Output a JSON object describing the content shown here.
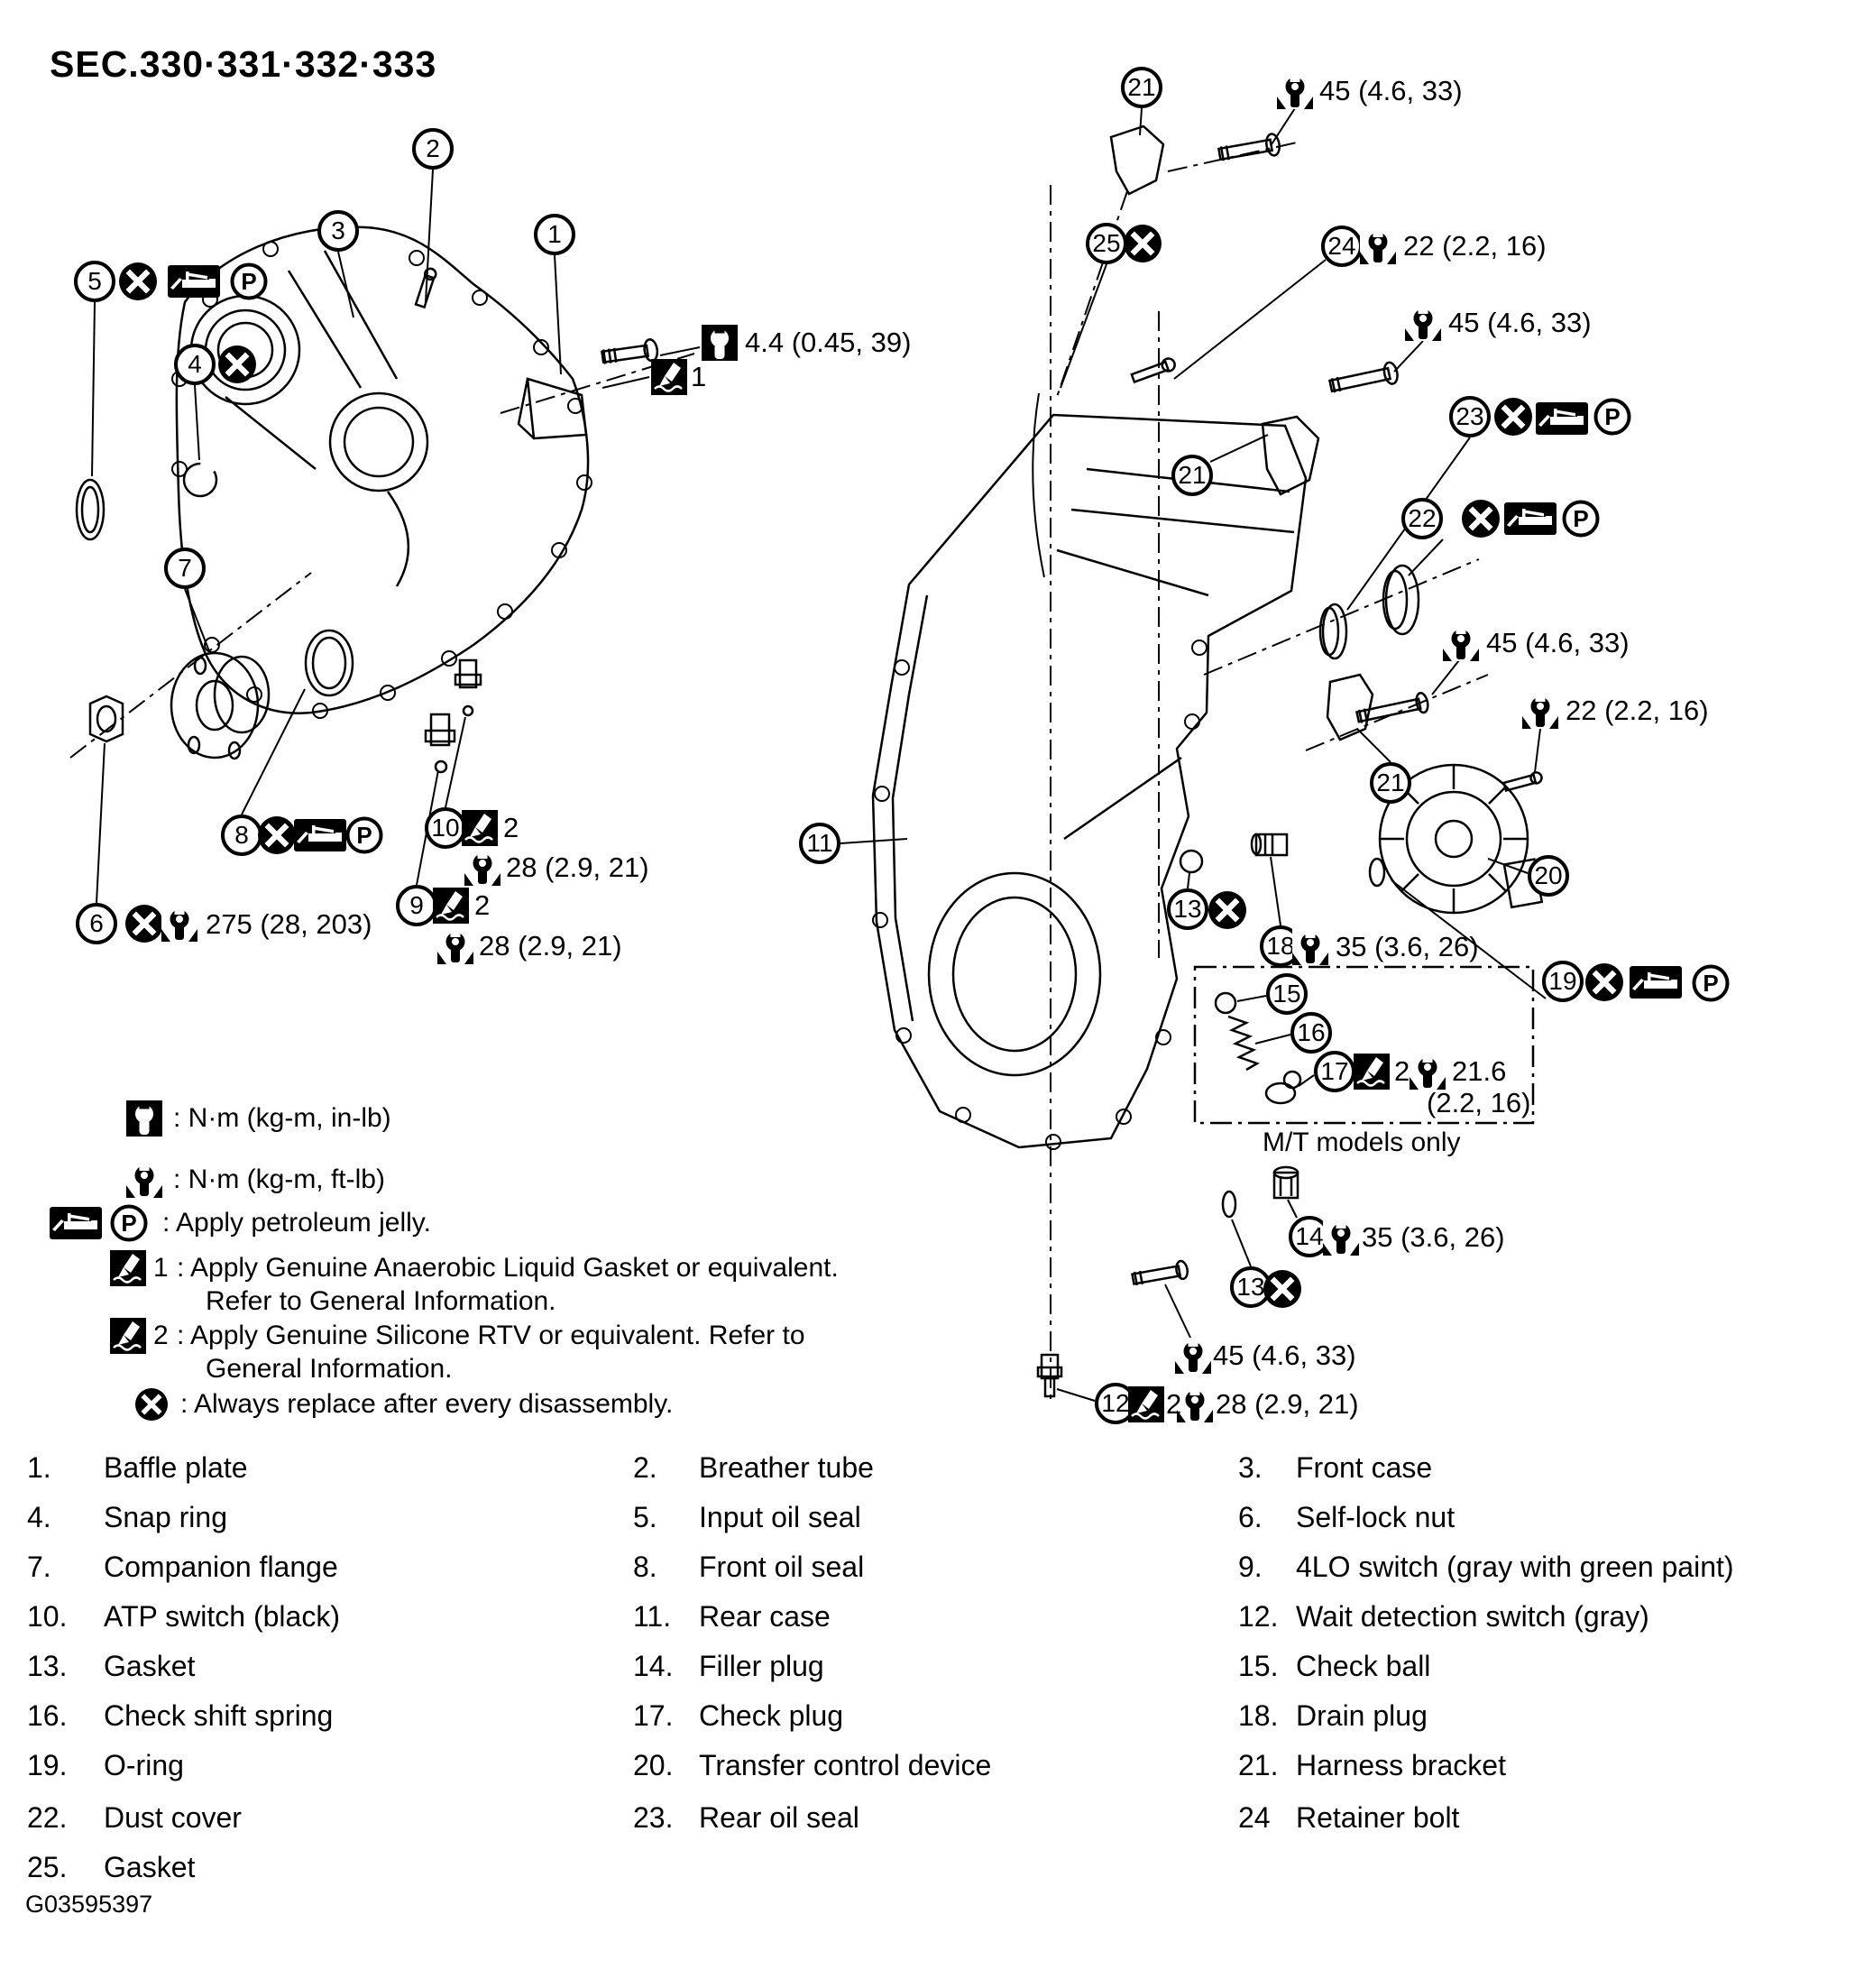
{
  "title": "SEC.330·331·332·333",
  "figure_id": "G03595397",
  "labels": {
    "p": "P",
    "mt_box": "M/T models only"
  },
  "nums": {
    "1": "1",
    "2": "2",
    "3": "3",
    "4": "4",
    "5": "5",
    "6": "6",
    "7": "7",
    "8": "8",
    "9": "9",
    "10": "10",
    "11": "11",
    "12": "12",
    "13": "13",
    "14": "14",
    "15": "15",
    "16": "16",
    "17": "17",
    "18": "18",
    "19": "19",
    "20": "20",
    "21": "21",
    "22": "22",
    "23": "23",
    "24": "24",
    "25": "25"
  },
  "torque": {
    "t4_4": "4.4 (0.45, 39)",
    "t275": "275 (28, 203)",
    "t28": "28 (2.9, 21)",
    "t45": "45 (4.6, 33)",
    "t22": "22 (2.2, 16)",
    "t35": "35 (3.6, 26)",
    "t21_6": "21.6",
    "t21_6b": "(2.2, 16)",
    "s1": "1",
    "s2": "2"
  },
  "legend": {
    "inlb": ": N·m (kg-m, in-lb)",
    "ftlb": ": N·m (kg-m, ft-lb)",
    "petroleum": ": Apply petroleum jelly.",
    "anaerobic_num": "1",
    "anaerobic1": ": Apply Genuine Anaerobic Liquid Gasket or equivalent.",
    "anaerobic2": "Refer to General Information.",
    "silicone_num": "2",
    "silicone1": ": Apply Genuine Silicone RTV or equivalent. Refer to",
    "silicone2": "General Information.",
    "replace": ": Always replace after every disassembly."
  },
  "icons": {
    "x": "replace-icon",
    "wf": "torque-inlb-wrench-icon",
    "wo": "torque-ftlb-wrench-icon",
    "gr": "petroleum-jelly-icon",
    "p": "p-icon",
    "se": "sealant-icon"
  },
  "parts": {
    "col1": [
      {
        "num": "1.",
        "name": "Baffle plate"
      },
      {
        "num": "4.",
        "name": "Snap ring"
      },
      {
        "num": "7.",
        "name": "Companion flange"
      },
      {
        "num": "10.",
        "name": "ATP switch (black)"
      },
      {
        "num": "13.",
        "name": "Gasket"
      },
      {
        "num": "16.",
        "name": "Check shift spring"
      },
      {
        "num": "19.",
        "name": "O-ring"
      },
      {
        "num": "22.",
        "name": "Dust cover"
      },
      {
        "num": "25.",
        "name": "Gasket"
      }
    ],
    "col2": [
      {
        "num": "2.",
        "name": "Breather tube"
      },
      {
        "num": "5.",
        "name": "Input oil seal"
      },
      {
        "num": "8.",
        "name": "Front oil seal"
      },
      {
        "num": "11.",
        "name": "Rear case"
      },
      {
        "num": "14.",
        "name": "Filler plug"
      },
      {
        "num": "17.",
        "name": "Check plug"
      },
      {
        "num": "20.",
        "name": "Transfer control device"
      },
      {
        "num": "23.",
        "name": "Rear oil seal"
      }
    ],
    "col3": [
      {
        "num": "3.",
        "name": "Front case"
      },
      {
        "num": "6.",
        "name": "Self-lock nut"
      },
      {
        "num": "9.",
        "name": "4LO switch (gray with green paint)"
      },
      {
        "num": "12.",
        "name": "Wait detection switch (gray)"
      },
      {
        "num": "15.",
        "name": "Check ball"
      },
      {
        "num": "18.",
        "name": "Drain plug"
      },
      {
        "num": "21.",
        "name": "Harness bracket"
      },
      {
        "num": "24",
        "name": "Retainer bolt"
      }
    ]
  }
}
